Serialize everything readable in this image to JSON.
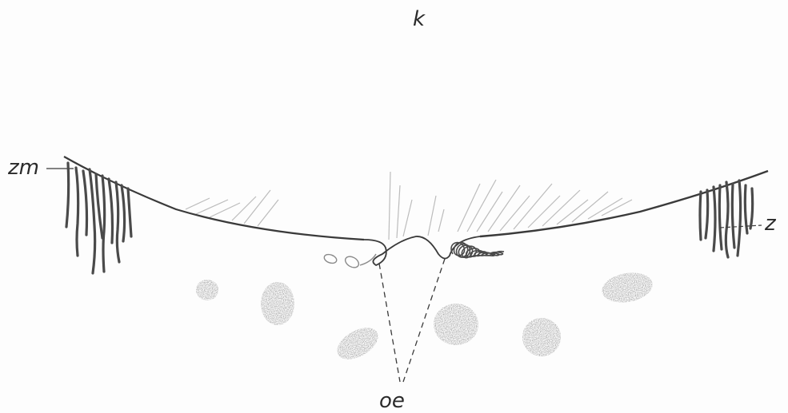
{
  "figure": {
    "labels": {
      "k": "k",
      "zm": "zm",
      "z": "z",
      "oe": "oe"
    },
    "colors": {
      "ink": "#3a3a3a",
      "faint": "#b8b8b8",
      "blob": "#6b6b6b",
      "paper": "#fdfdfd"
    }
  }
}
